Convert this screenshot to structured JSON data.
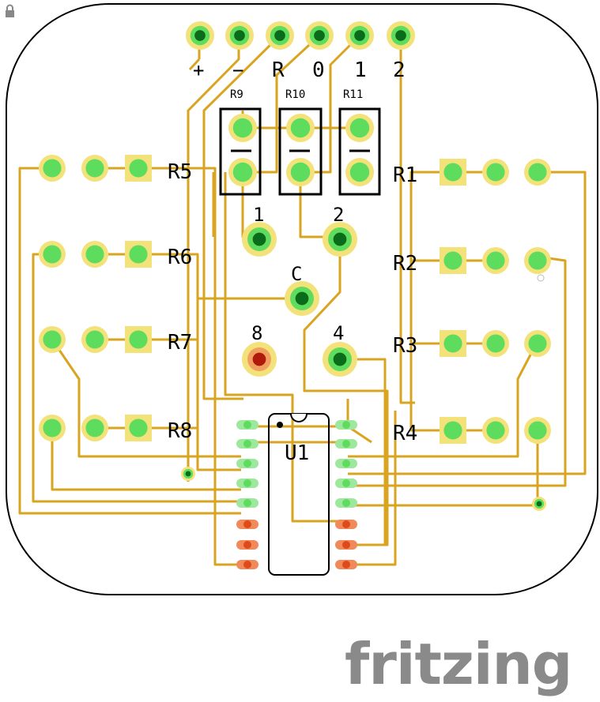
{
  "board": {
    "header_labels": [
      "+",
      "−",
      "R",
      "0",
      "1",
      "2"
    ],
    "resistors_small": [
      "R9",
      "R10",
      "R11"
    ],
    "resistors_left": [
      "R5",
      "R6",
      "R7",
      "R8"
    ],
    "resistors_right": [
      "R1",
      "R2",
      "R3",
      "R4"
    ],
    "pads": {
      "p1": "1",
      "p2": "2",
      "pc": "C",
      "p8": "8",
      "p4": "4"
    },
    "chip": "U1"
  },
  "brand": {
    "logo_text": "fritzing"
  },
  "colors": {
    "trace": "#d9a520",
    "pad_ring": "#f3e17a",
    "pad_green": "#5ddc5d",
    "pad_center": "#0a6b1a",
    "pad_red": "#e04a1a",
    "logo": "#8a8a8a"
  }
}
